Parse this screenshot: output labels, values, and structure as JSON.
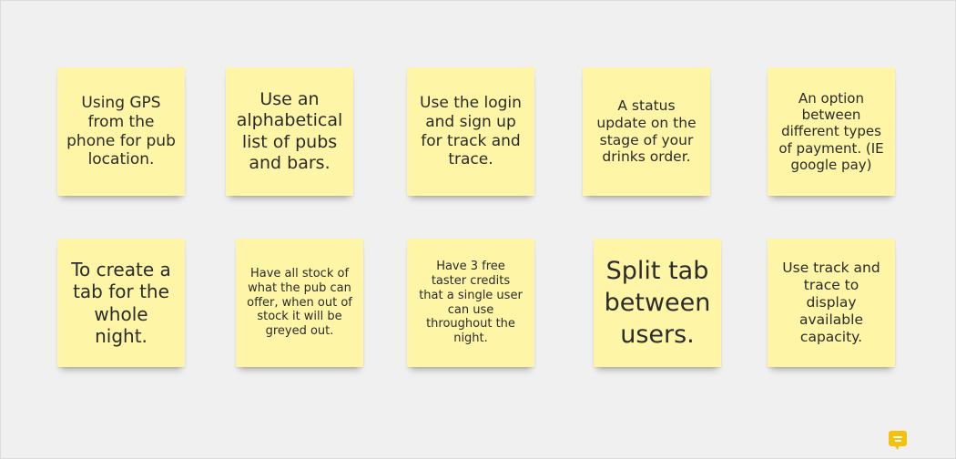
{
  "board": {
    "notes": [
      {
        "text": "Using GPS from the phone for pub location."
      },
      {
        "text": "Use an alphabetical list of pubs and bars."
      },
      {
        "text": "Use the login and sign up for track and trace."
      },
      {
        "text": "A status update on the stage of your drinks order."
      },
      {
        "text": "An option between different types of payment. (IE google pay)"
      },
      {
        "text": "To create a tab for the whole night."
      },
      {
        "text": "Have all stock of what the pub can offer, when out of stock it will be greyed out."
      },
      {
        "text": "Have 3 free taster credits that a single user can use throughout the night."
      },
      {
        "text": "Split tab between users."
      },
      {
        "text": "Use track and trace to display available capacity."
      }
    ]
  },
  "colors": {
    "sticky_note": "#fef5a6",
    "background": "#f0f0f0",
    "chat_button": "#f4c20d"
  },
  "icons": {
    "chat": "comment-icon"
  }
}
